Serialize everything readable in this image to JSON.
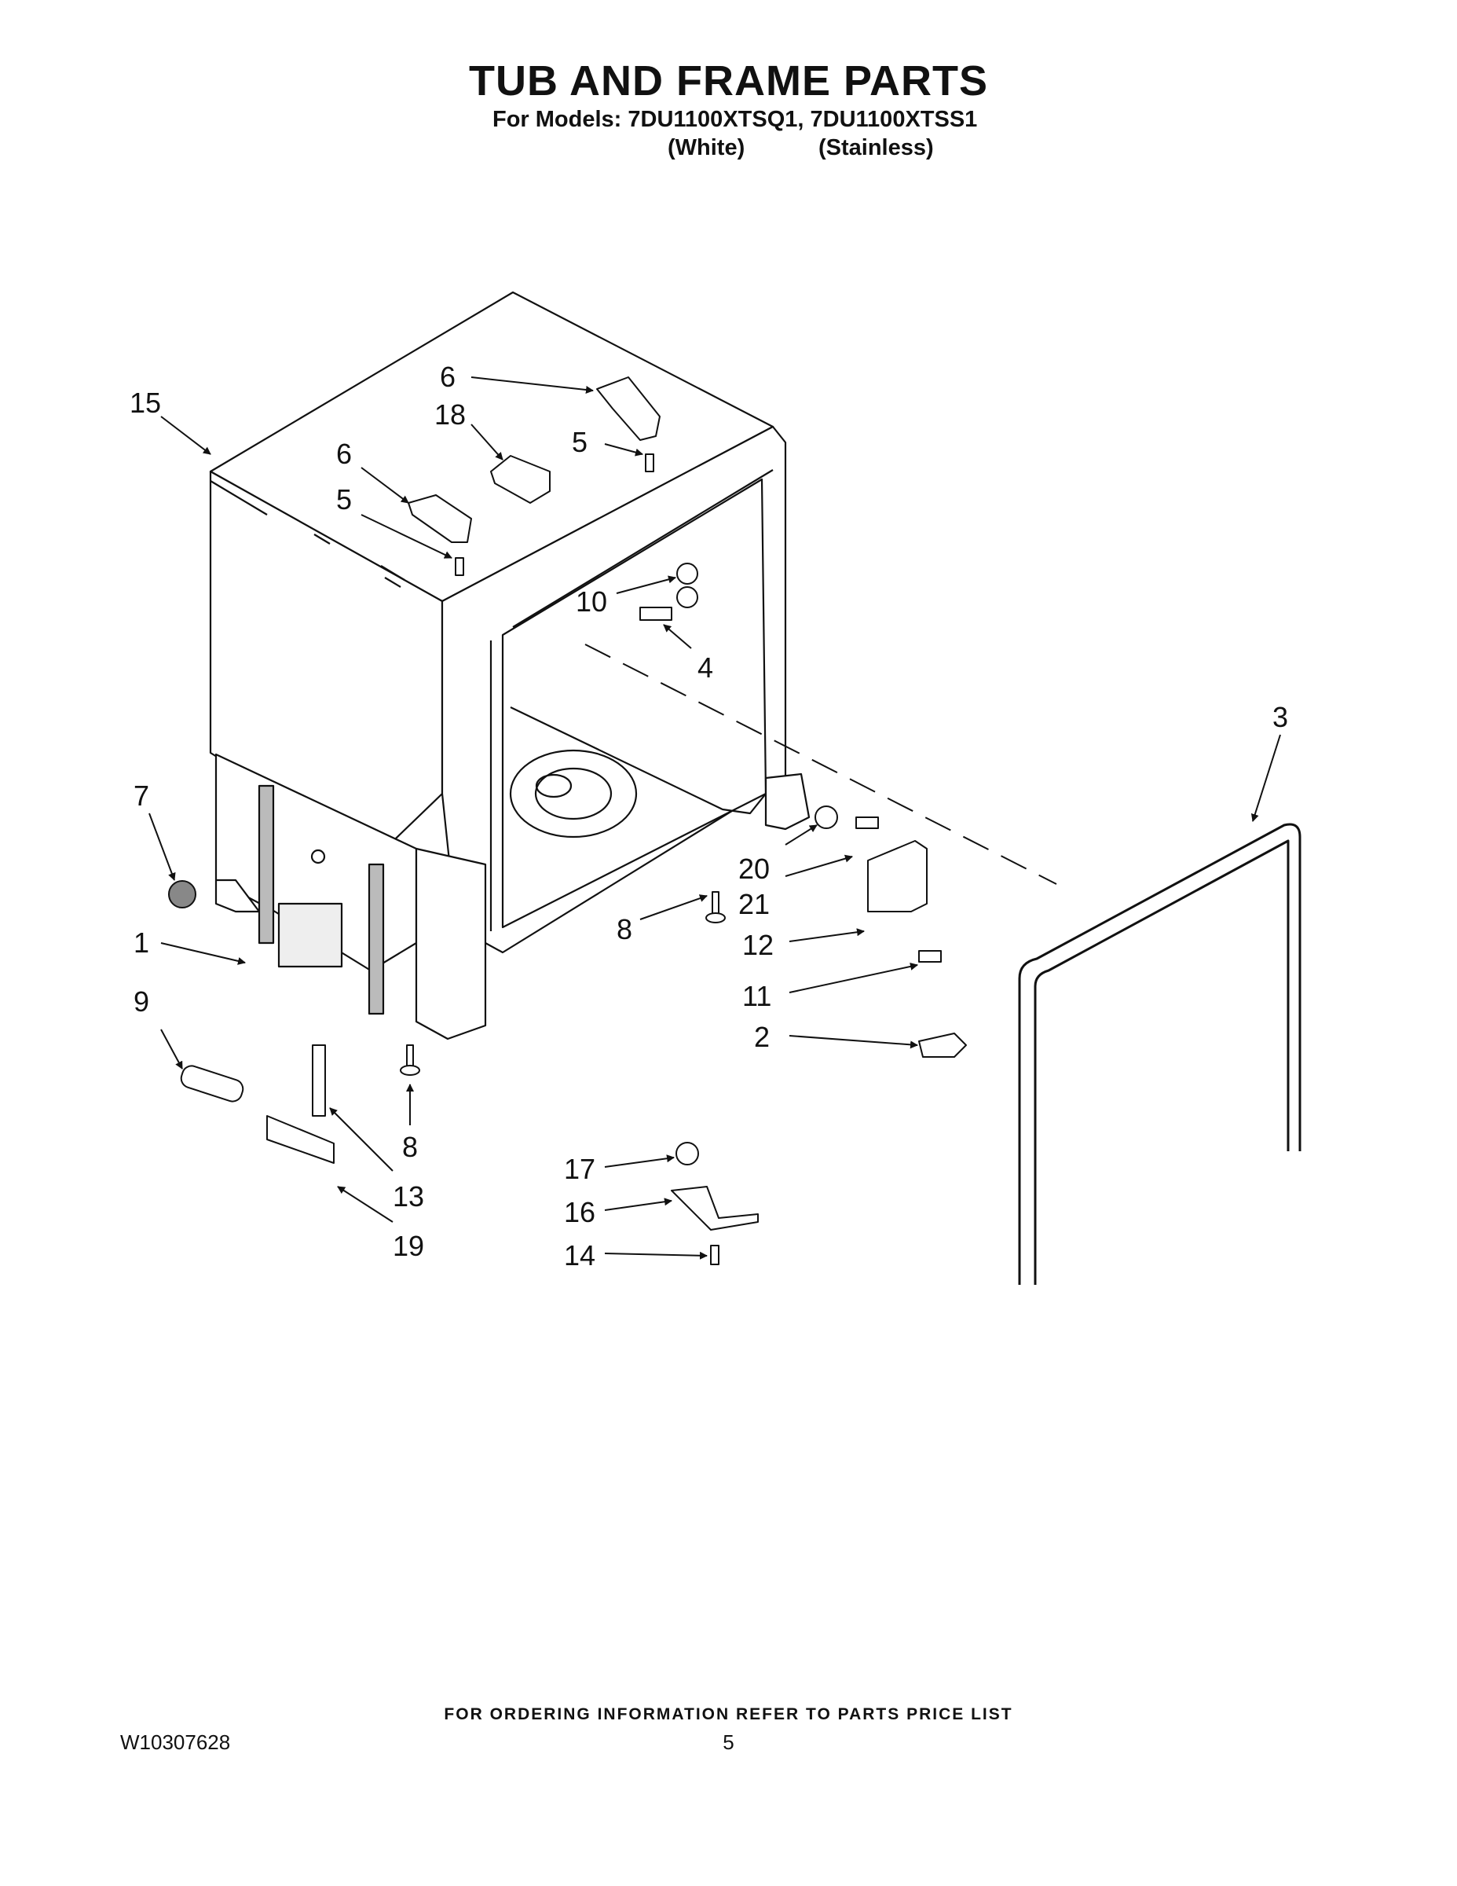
{
  "header": {
    "title": "TUB AND FRAME PARTS",
    "models_line": "For Models: 7DU1100XTSQ1, 7DU1100XTSS1",
    "variant_white": "(White)",
    "variant_stainless": "(Stainless)"
  },
  "callouts": {
    "c1": "1",
    "c2": "2",
    "c3": "3",
    "c4": "4",
    "c5a": "5",
    "c5b": "5",
    "c6a": "6",
    "c6b": "6",
    "c7": "7",
    "c8a": "8",
    "c8b": "8",
    "c9": "9",
    "c10": "10",
    "c11": "11",
    "c12": "12",
    "c13": "13",
    "c14": "14",
    "c15": "15",
    "c16": "16",
    "c17": "17",
    "c18": "18",
    "c19": "19",
    "c20": "20",
    "c21": "21"
  },
  "footer": {
    "ordering_note": "FOR ORDERING INFORMATION REFER TO PARTS PRICE LIST",
    "doc_number": "W10307628",
    "page_number": "5"
  }
}
